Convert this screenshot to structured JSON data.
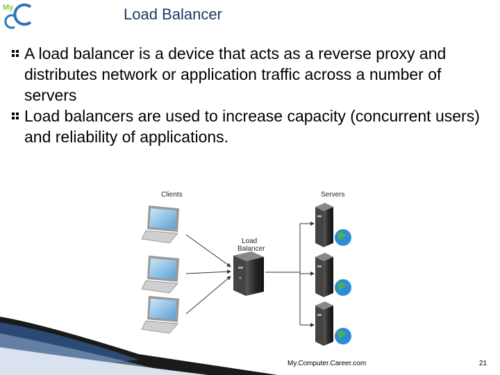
{
  "logo": {
    "text_top": "My",
    "text_bottom": "C"
  },
  "slide": {
    "title": "Load Balancer"
  },
  "bullets": [
    "A load balancer is a device that acts as a reverse proxy and distributes network or application traffic across a number of servers",
    "Load balancers are used to increase capacity (concurrent users) and reliability of applications."
  ],
  "diagram": {
    "clients_label": "Clients",
    "servers_label": "Servers",
    "load_balancer_line1": "Load",
    "load_balancer_line2": "Balancer"
  },
  "footer": {
    "site": "My.Computer.Career.com",
    "page": "21"
  },
  "colors": {
    "title": "#1f3864",
    "logo_green": "#8dc63f",
    "logo_blue": "#2e75b6"
  }
}
